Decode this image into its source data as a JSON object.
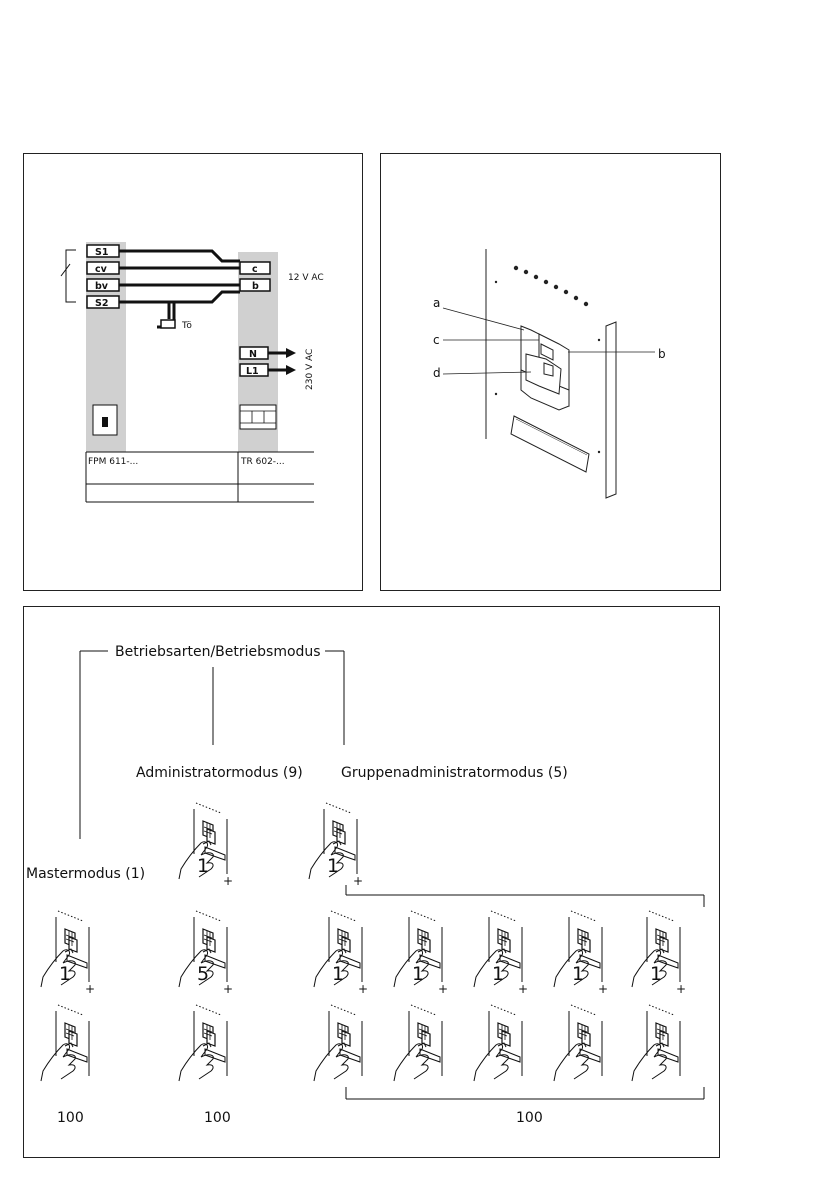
{
  "wiring": {
    "left_terminals": [
      "S1",
      "cv",
      "bv",
      "S2"
    ],
    "right_terminals_top": [
      "c",
      "b"
    ],
    "right_terminals_bottom": [
      "N",
      "L1"
    ],
    "voltage_low": "12 V AC",
    "voltage_high": "230 V AC",
    "door_opener": "Tö",
    "device_left": "FPM 611-...",
    "device_right": "TR 602-..."
  },
  "mounting": {
    "labels": {
      "a": "a",
      "b": "b",
      "c": "c",
      "d": "d"
    }
  },
  "modes": {
    "title": "Betriebsarten/Betriebsmodus",
    "admin": "Administratormodus (9)",
    "group_admin": "Gruppenadministratormodus (5)",
    "master": "Mastermodus (1)",
    "admin_count": "1",
    "group_admin_count": "1",
    "master_count": "1",
    "admin_count_row": "5",
    "group_counts": [
      "1",
      "1",
      "1",
      "1",
      "1"
    ],
    "plus": "+",
    "count_master": "100",
    "count_admin": "100",
    "count_group": "100"
  }
}
